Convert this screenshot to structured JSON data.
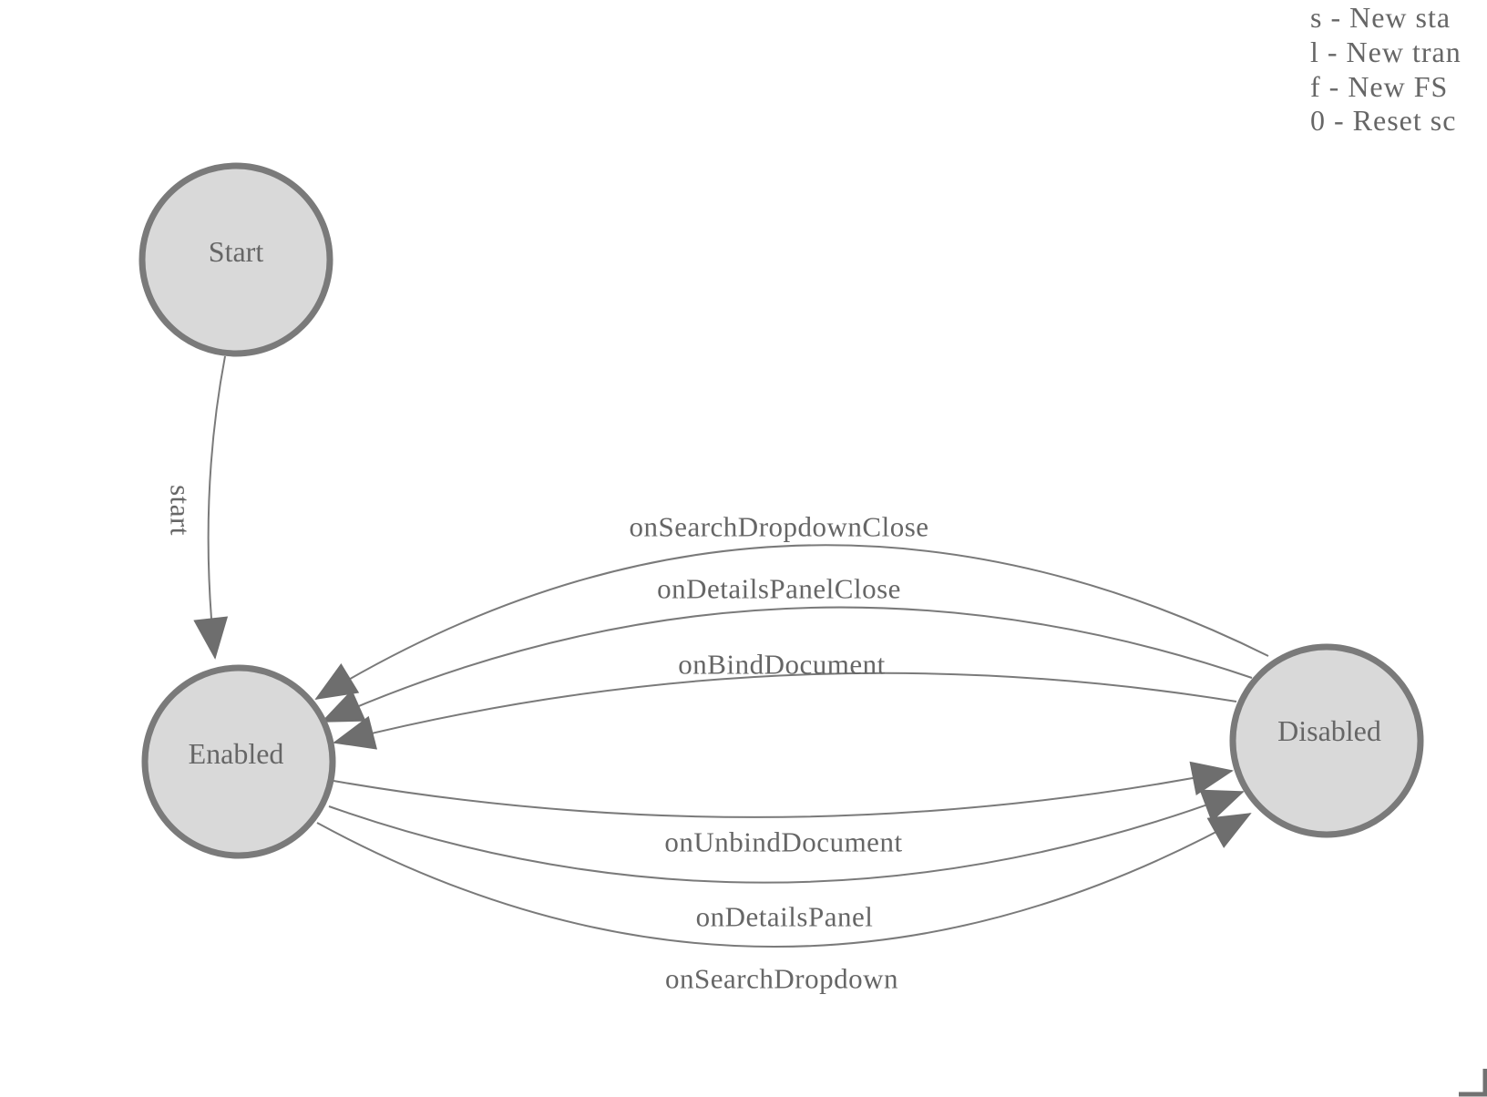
{
  "legend": {
    "items": [
      {
        "text": "s - New sta"
      },
      {
        "text": "l - New tran"
      },
      {
        "text": "f - New FS"
      },
      {
        "text": "0 - Reset sc"
      }
    ]
  },
  "nodes": [
    {
      "id": "start",
      "label": "Start"
    },
    {
      "id": "enabled",
      "label": "Enabled"
    },
    {
      "id": "disabled",
      "label": "Disabled"
    }
  ],
  "edges": [
    {
      "label": "start",
      "from": "Start",
      "to": "Enabled"
    },
    {
      "label": "onSearchDropdownClose",
      "from": "Disabled",
      "to": "Enabled"
    },
    {
      "label": "onDetailsPanelClose",
      "from": "Disabled",
      "to": "Enabled"
    },
    {
      "label": "onBindDocument",
      "from": "Disabled",
      "to": "Enabled"
    },
    {
      "label": "onUnbindDocument",
      "from": "Enabled",
      "to": "Disabled"
    },
    {
      "label": "onDetailsPanel",
      "from": "Enabled",
      "to": "Disabled"
    },
    {
      "label": "onSearchDropdown",
      "from": "Enabled",
      "to": "Disabled"
    }
  ],
  "colors": {
    "background": "#ffffff",
    "node_fill": "#d9d9d9",
    "node_stroke": "#7a7a7a",
    "edge_stroke": "#7a7a7a",
    "arrowhead": "#6e6e6e",
    "text": "#666666",
    "corner": "#717171"
  }
}
